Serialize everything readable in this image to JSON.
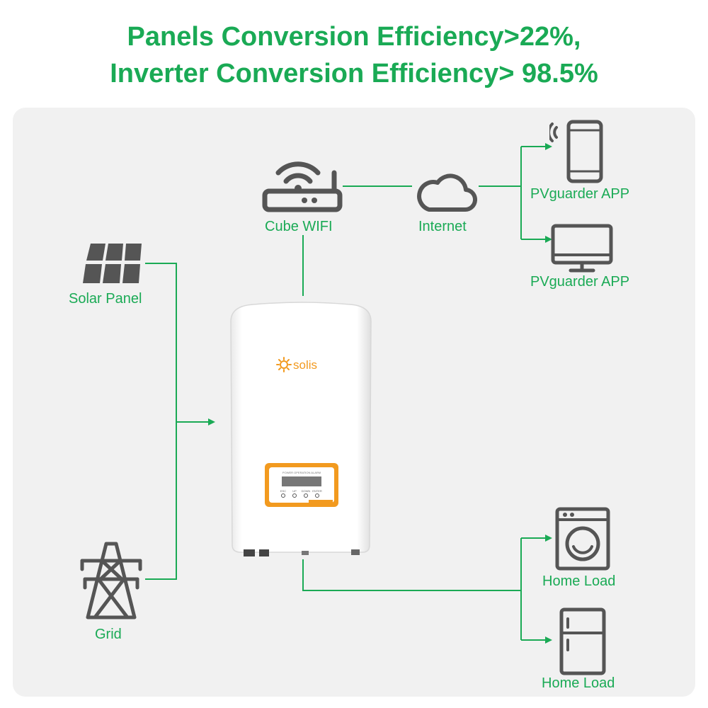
{
  "header": {
    "line1": "Panels Conversion Efficiency>22%,",
    "line2": "Inverter Conversion Efficiency> 98.5%"
  },
  "nodes": {
    "cube_wifi": "Cube WIFI",
    "internet": "Internet",
    "app_phone": "PVguarder APP",
    "app_desktop": "PVguarder APP",
    "solar_panel": "Solar Panel",
    "grid": "Grid",
    "home_load_washer": "Home Load",
    "home_load_fridge": "Home Load"
  },
  "inverter": {
    "brand": "solis",
    "lcd_header": "POWER OPERATION ALARM",
    "buttons": [
      "ESC",
      "UP",
      "DOWN",
      "ENTER"
    ]
  },
  "colors": {
    "accent": "#1aaa55",
    "icon": "#555555",
    "brand_orange": "#f29a1f",
    "panel_bg": "#f1f1f1"
  },
  "icons": [
    "router-icon",
    "cloud-icon",
    "smartphone-icon",
    "monitor-icon",
    "solar-panel-icon",
    "pylon-icon",
    "washing-machine-icon",
    "fridge-icon",
    "inverter-image"
  ]
}
